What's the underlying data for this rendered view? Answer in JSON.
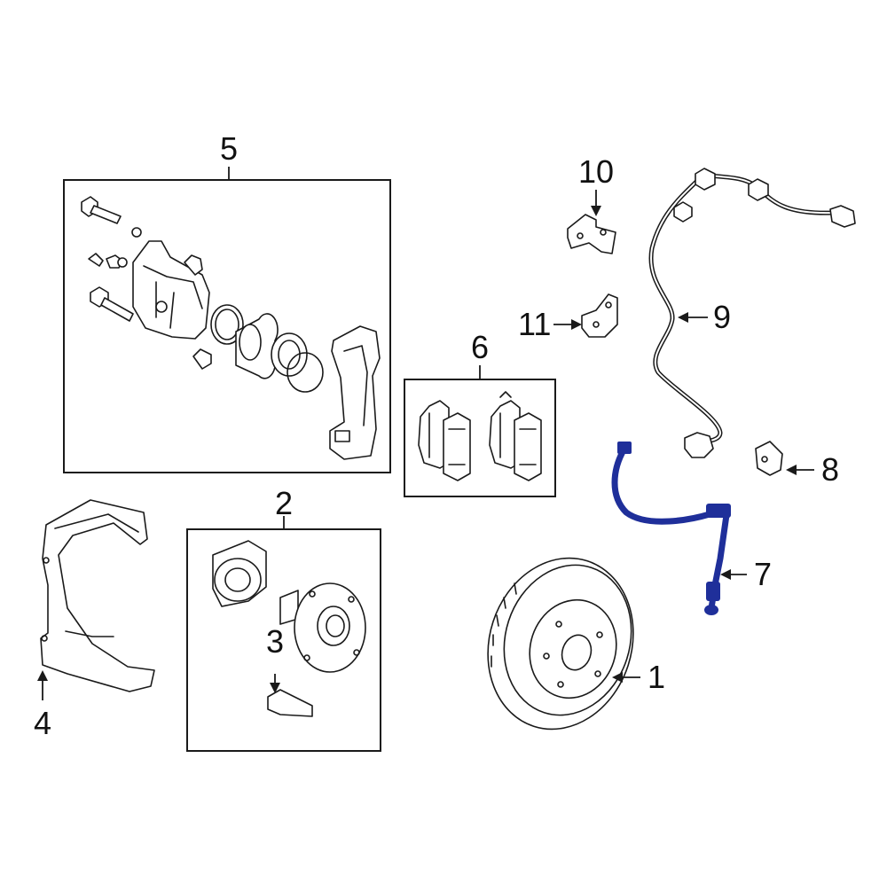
{
  "diagram": {
    "highlight_color": "#1f2f9a",
    "callouts": {
      "c1": "1",
      "c2": "2",
      "c3": "3",
      "c4": "4",
      "c5": "5",
      "c6": "6",
      "c7": "7",
      "c8": "8",
      "c9": "9",
      "c10": "10",
      "c11": "11"
    }
  }
}
